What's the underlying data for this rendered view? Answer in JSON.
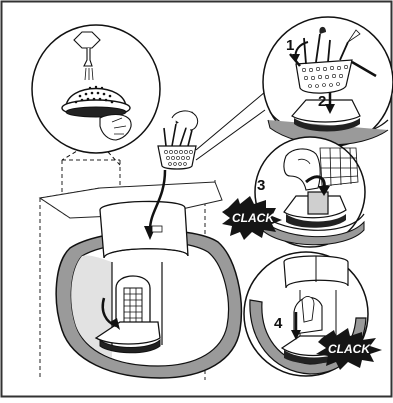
{
  "steps": {
    "one": "1",
    "two": "2",
    "three": "3",
    "four": "4"
  },
  "sounds": {
    "clack_a": "CLACK",
    "clack_b": "CLACK"
  },
  "colors": {
    "line": "#111111",
    "frame": "#333333",
    "tub_gray": "#9a9a9a",
    "tub_inner": "#d8d8d8",
    "starburst": "#151515"
  }
}
